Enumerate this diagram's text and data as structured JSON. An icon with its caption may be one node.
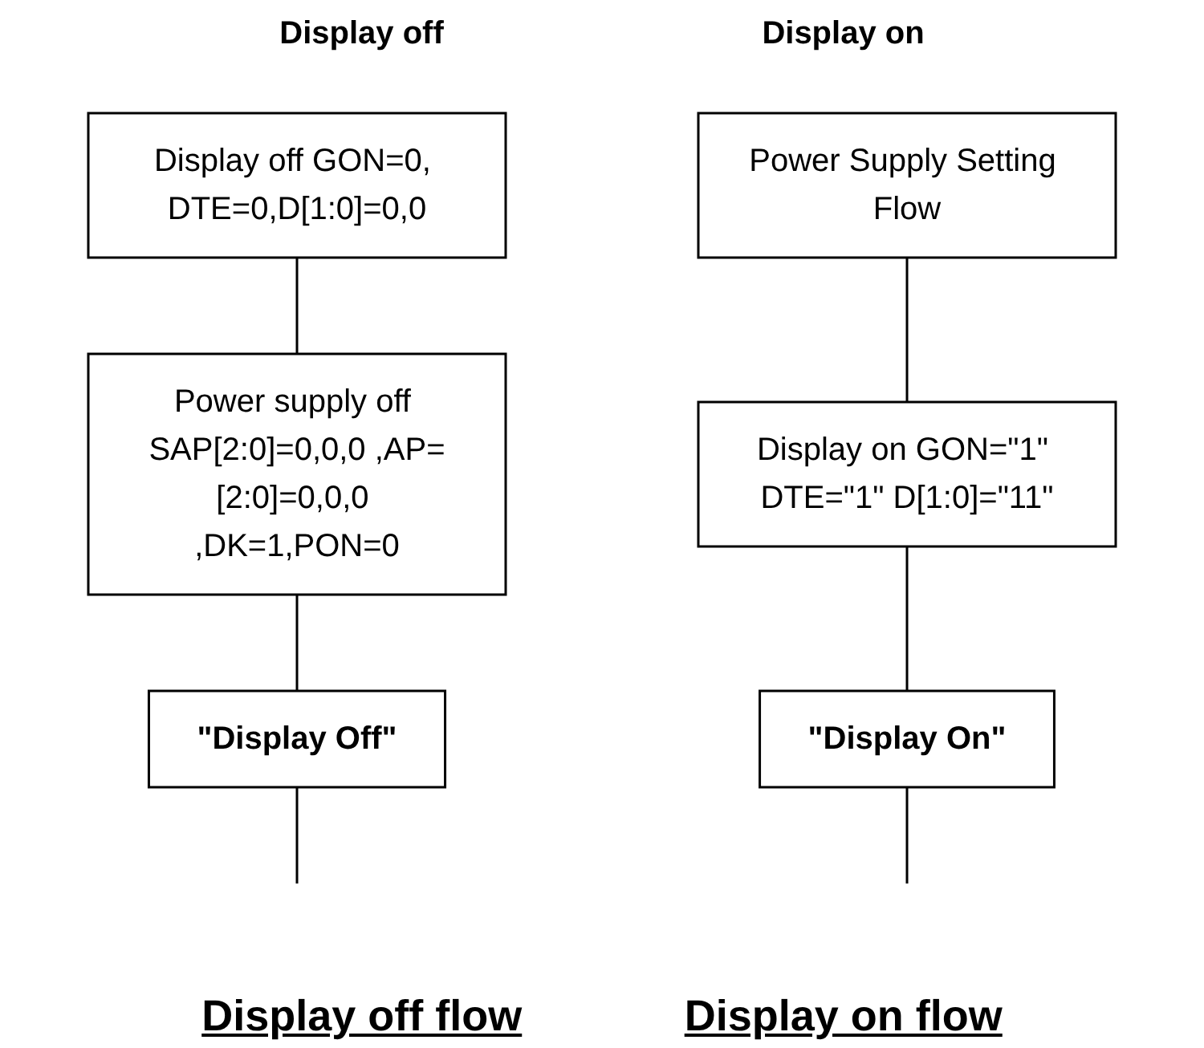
{
  "diagram": {
    "nodes": [
      {
        "text": [
          "Display off GON=0, DTE=0,D[1:0]=0,0"
        ]
      },
      {
        "text": [
          "Power supply off SAP[2:0]=0,0,0 ,AP=[2:0]=0,0,0 ,DK=1,PON=0"
        ]
      },
      {
        "text": [
          "\"Display Off\""
        ]
      },
      {
        "text": [
          "Power Supply Setting Flow"
        ]
      },
      {
        "text": [
          "Display on GON=\"1\" DTE=\"1\" D[1:0]=\"11\""
        ]
      },
      {
        "text": [
          "\"Display On\""
        ]
      }
    ],
    "edges": [
      {
        "from": 0,
        "to": 1,
        "arrow": "none"
      },
      {
        "from": 1,
        "to": 2,
        "arrow": "none"
      },
      {
        "from": 2,
        "to": null,
        "arrow": "none"
      },
      {
        "from": 3,
        "to": 4,
        "arrow": "none"
      },
      {
        "from": 4,
        "to": 5,
        "arrow": "none"
      },
      {
        "from": 5,
        "to": null,
        "arrow": "none"
      }
    ],
    "labels": [
      "Display off",
      "Display on",
      "Display off flow",
      "Display on flow"
    ]
  }
}
